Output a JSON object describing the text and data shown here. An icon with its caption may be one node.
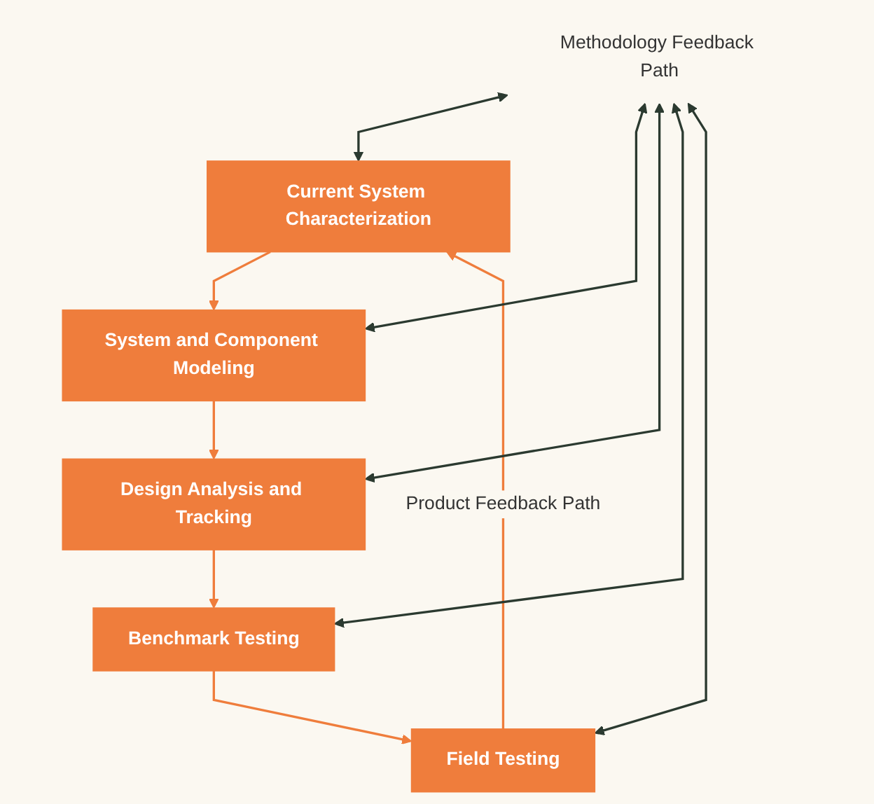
{
  "diagram": {
    "nodes": [
      {
        "text": [
          "Current System Characterization"
        ]
      },
      {
        "text": [
          "System and Component Modeling"
        ]
      },
      {
        "text": [
          "Design Analysis and Tracking"
        ]
      },
      {
        "text": [
          "Benchmark Testing"
        ]
      },
      {
        "text": [
          "Field Testing"
        ]
      },
      {
        "text": [
          "Methodology Feedback Path"
        ]
      }
    ],
    "edges": [
      {
        "from": 0,
        "to": 1,
        "arrow": "to",
        "color": "#ef7d3c"
      },
      {
        "from": 1,
        "to": 2,
        "arrow": "to",
        "color": "#ef7d3c"
      },
      {
        "from": 2,
        "to": 3,
        "arrow": "to",
        "color": "#ef7d3c"
      },
      {
        "from": 3,
        "to": 4,
        "arrow": "to",
        "color": "#ef7d3c"
      },
      {
        "from": 4,
        "to": 0,
        "label": "Product Feedback Path",
        "arrow": "to",
        "color": "#ef7d3c"
      },
      {
        "from": 5,
        "to": 0,
        "arrow": "both",
        "color": "#2b3a30"
      },
      {
        "from": 5,
        "to": 1,
        "arrow": "both",
        "color": "#2b3a30"
      },
      {
        "from": 5,
        "to": 2,
        "arrow": "both",
        "color": "#2b3a30"
      },
      {
        "from": 5,
        "to": 3,
        "arrow": "both",
        "color": "#2b3a30"
      },
      {
        "from": 5,
        "to": 4,
        "arrow": "both",
        "color": "#2b3a30"
      }
    ]
  }
}
